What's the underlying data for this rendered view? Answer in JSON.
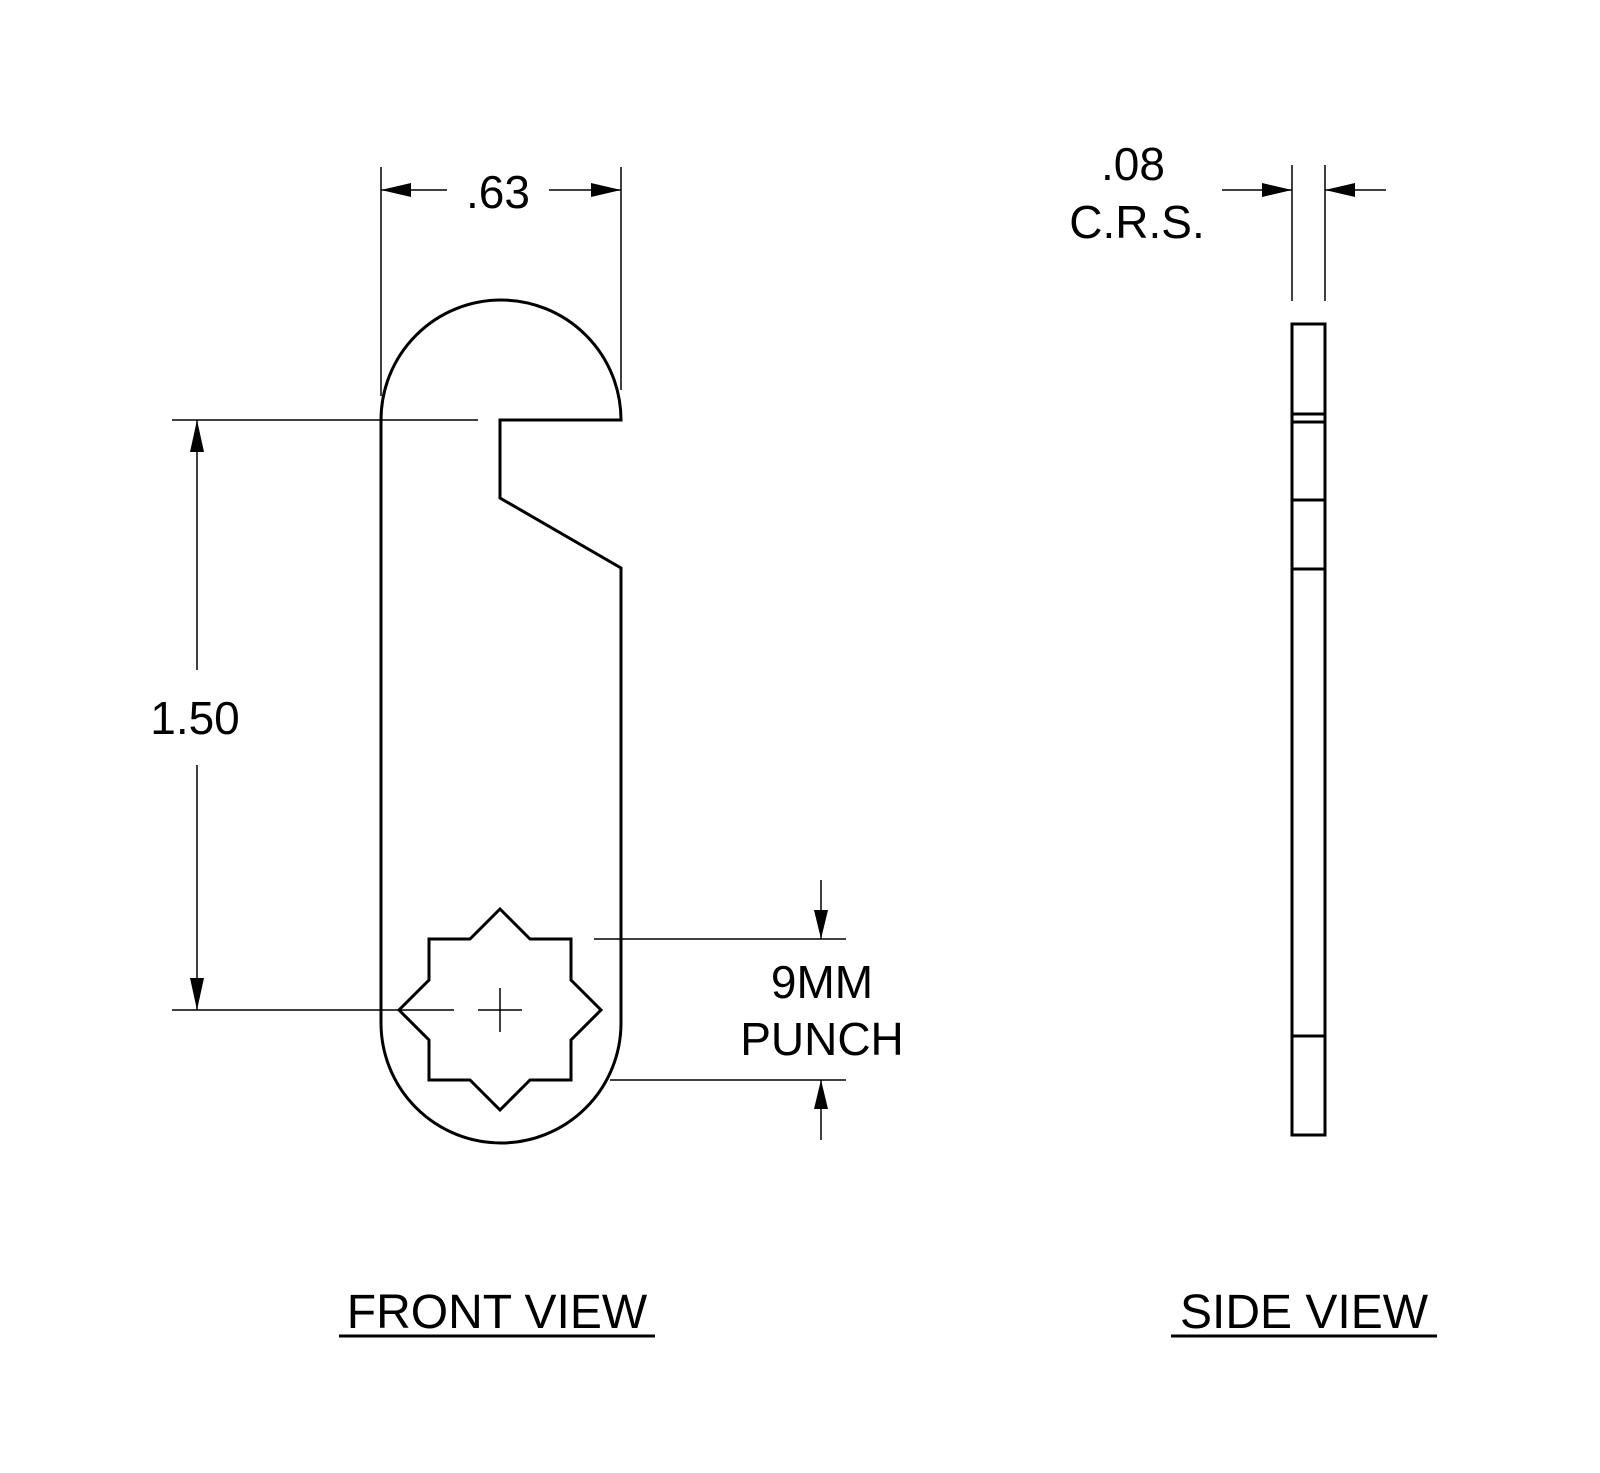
{
  "front_view": {
    "title": "FRONT VIEW",
    "dim_width": ".63",
    "dim_height": "1.50",
    "punch_line1": "9MM",
    "punch_line2": "PUNCH"
  },
  "side_view": {
    "title": "SIDE VIEW",
    "dim_thickness": ".08",
    "material": "C.R.S."
  }
}
